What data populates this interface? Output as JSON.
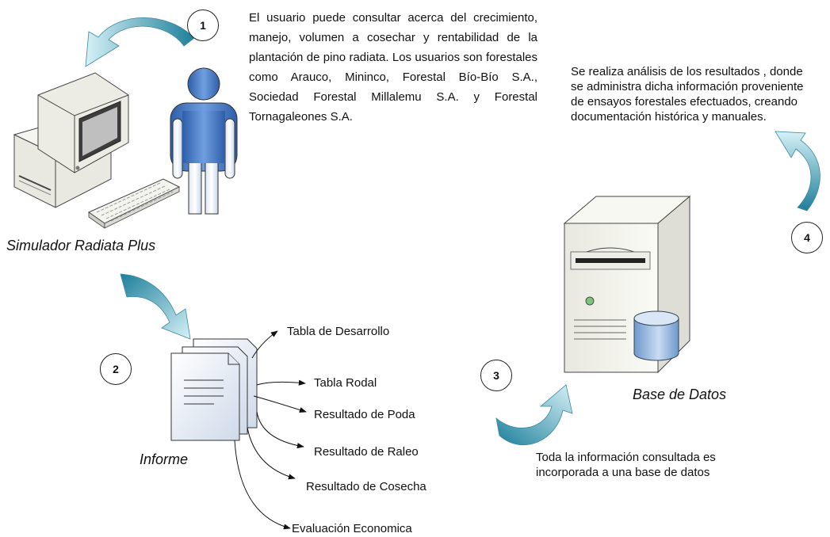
{
  "steps": [
    "1",
    "2",
    "3",
    "4"
  ],
  "step1_text": "El usuario puede consultar acerca del crecimiento, manejo, volumen a cosechar y rentabilidad de la plantación de pino radiata. Los usuarios son forestales como Arauco, Mininco, Forestal Bío-Bío S.A., Sociedad Forestal Millalemu S.A. y Forestal Tornagaleones S.A.",
  "step3_text": "Toda la información consultada es incorporada a una base de datos",
  "step4_text": "Se realiza análisis de los resultados , donde se administra dicha información proveniente de ensayos forestales efectuados, creando documentación histórica y manuales.",
  "captions": {
    "computer": "Simulador Radiata Plus",
    "report": "Informe",
    "database": "Base de Datos"
  },
  "report_outputs": [
    "Tabla de Desarrollo",
    "Tabla Rodal",
    "Resultado de Poda",
    "Resultado de Raleo",
    "Resultado de Cosecha",
    "Evaluación Economica"
  ],
  "colors": {
    "cycle_arrow_dark": "#1d7f9a",
    "cycle_arrow_light": "#d6f1f7",
    "person_fill": "#4b79c4",
    "db_cylinder": "#7fa8d6"
  }
}
